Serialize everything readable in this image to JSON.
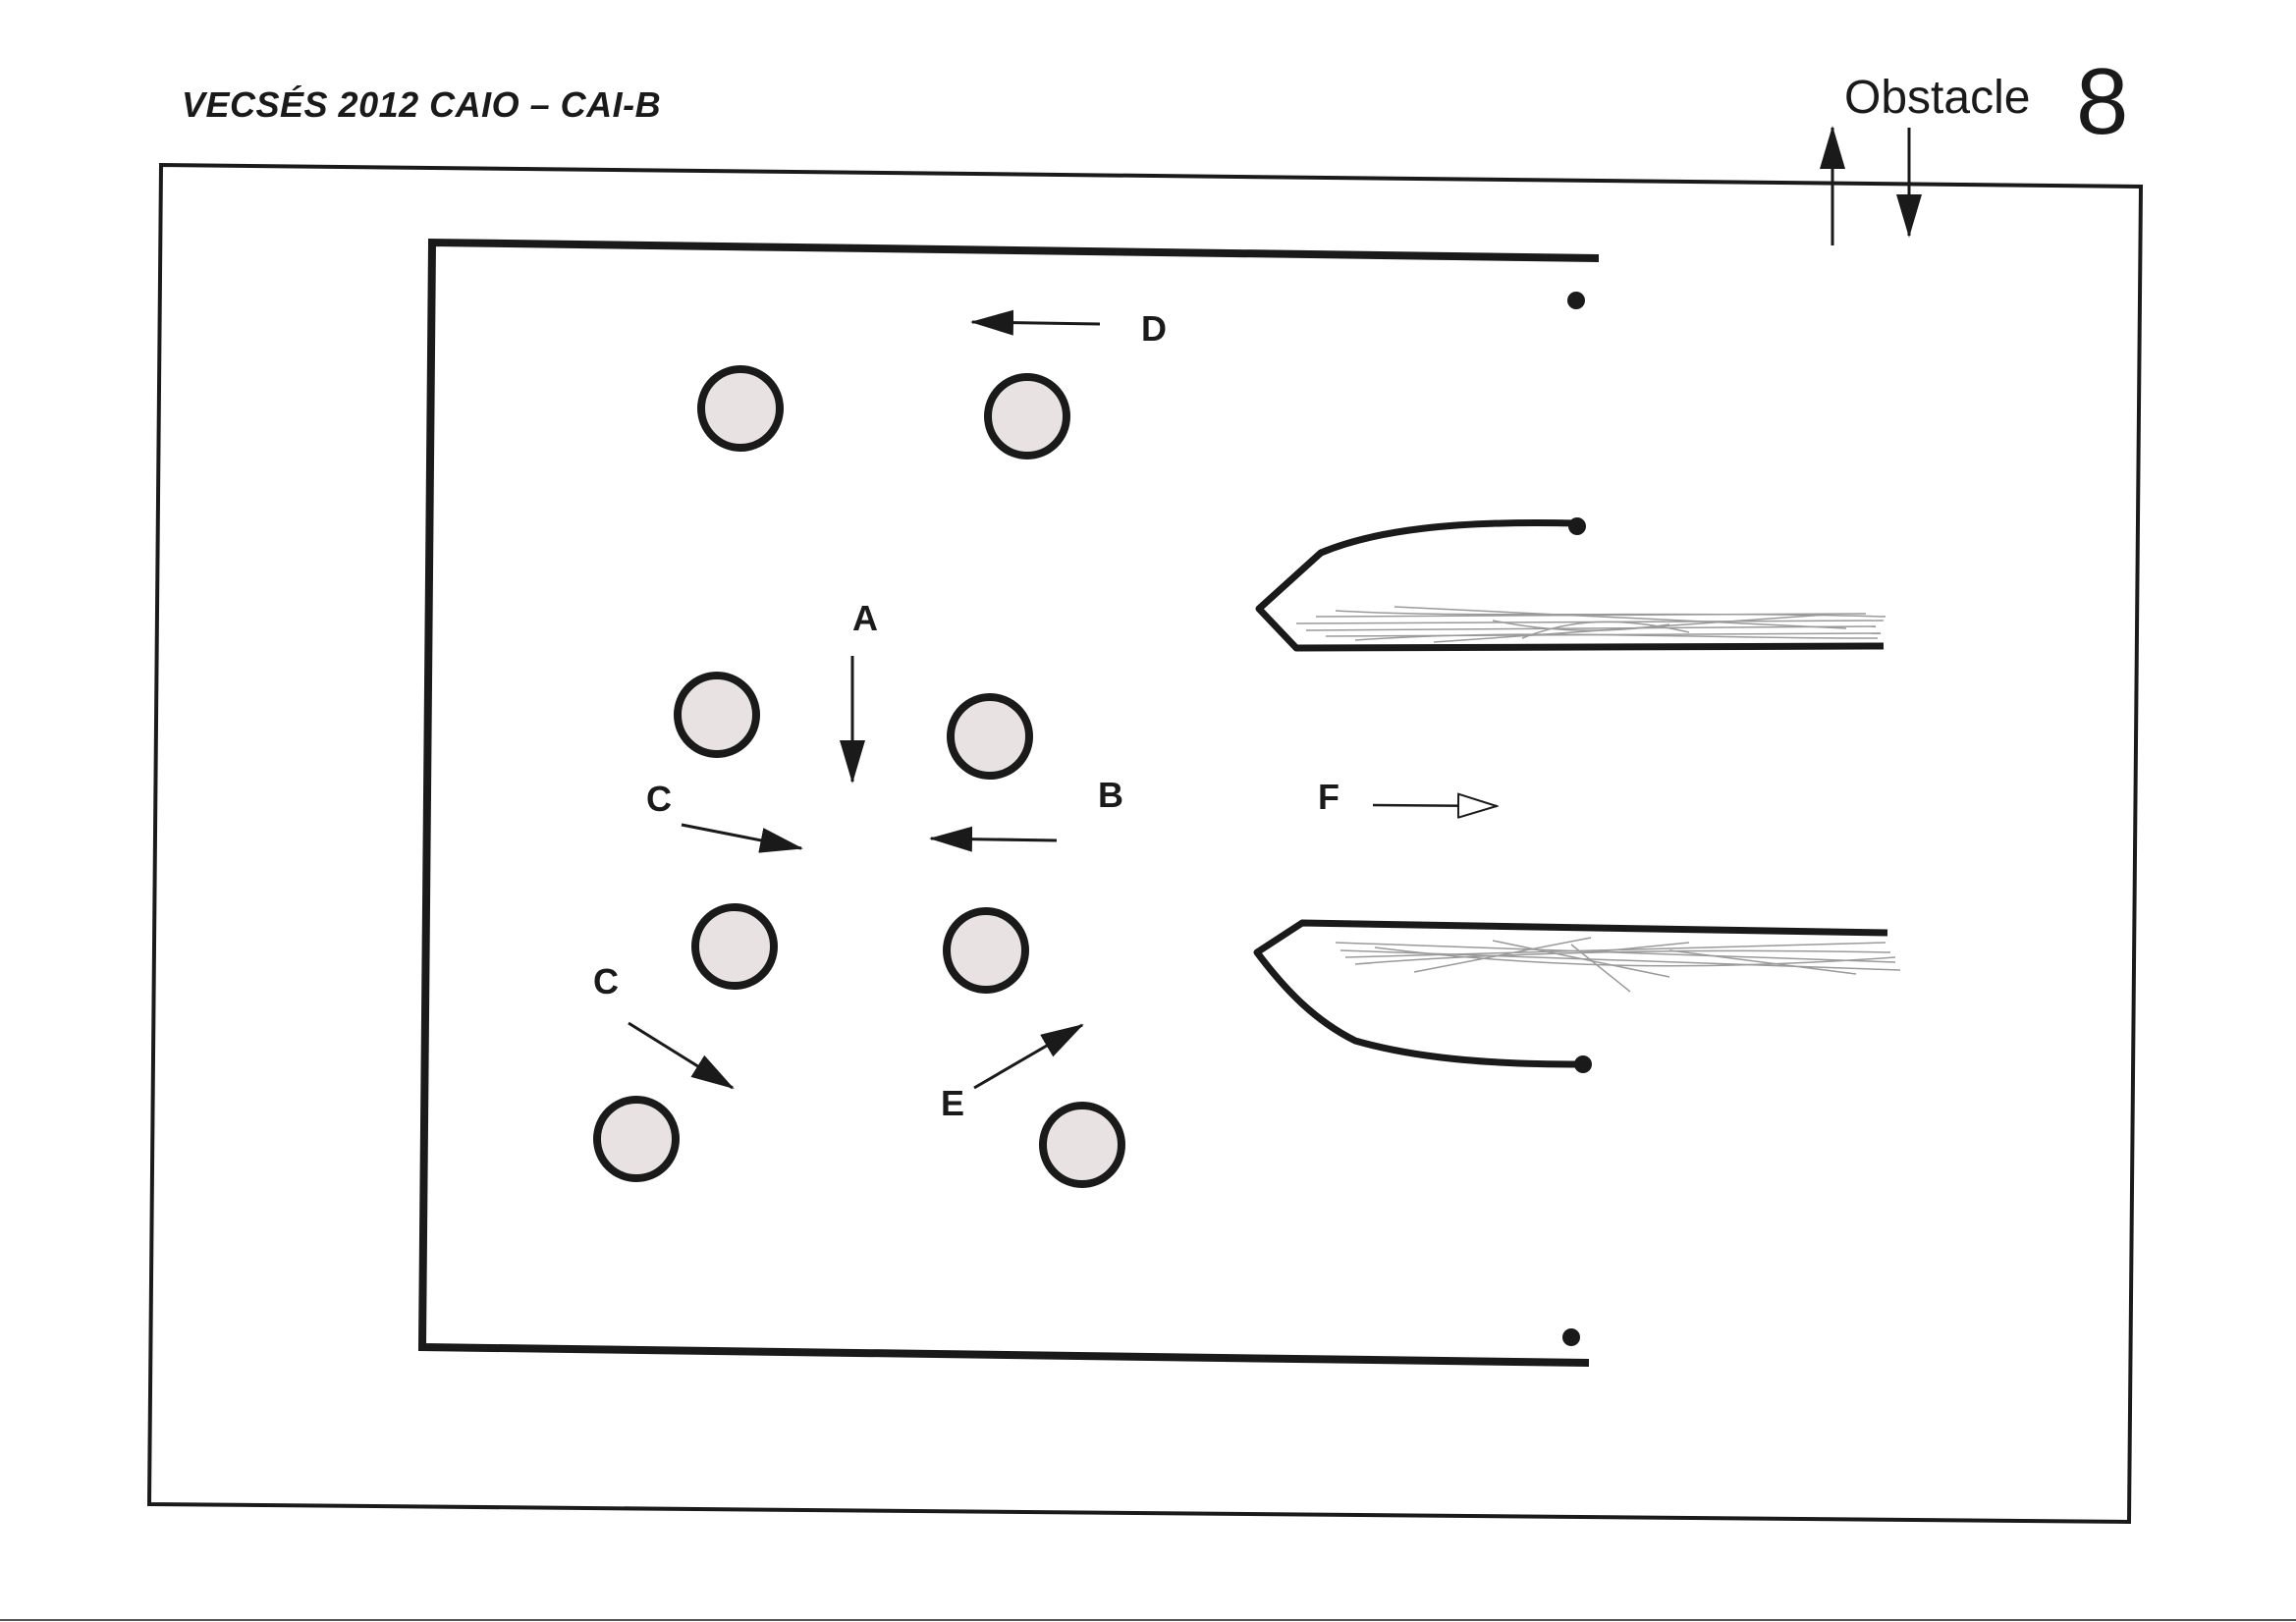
{
  "header": {
    "title": "VECSÉS 2012 CAIO – CAI-B",
    "obstacle_label": "Obstacle",
    "obstacle_number": "8"
  },
  "labels": {
    "a": "A",
    "b": "B",
    "c1": "C",
    "c2": "C",
    "d": "D",
    "e": "E",
    "f": "F"
  },
  "colors": {
    "ink": "#1a1a1a",
    "post_fill": "#e8e2e2",
    "hedge": "#9a9a9a"
  }
}
